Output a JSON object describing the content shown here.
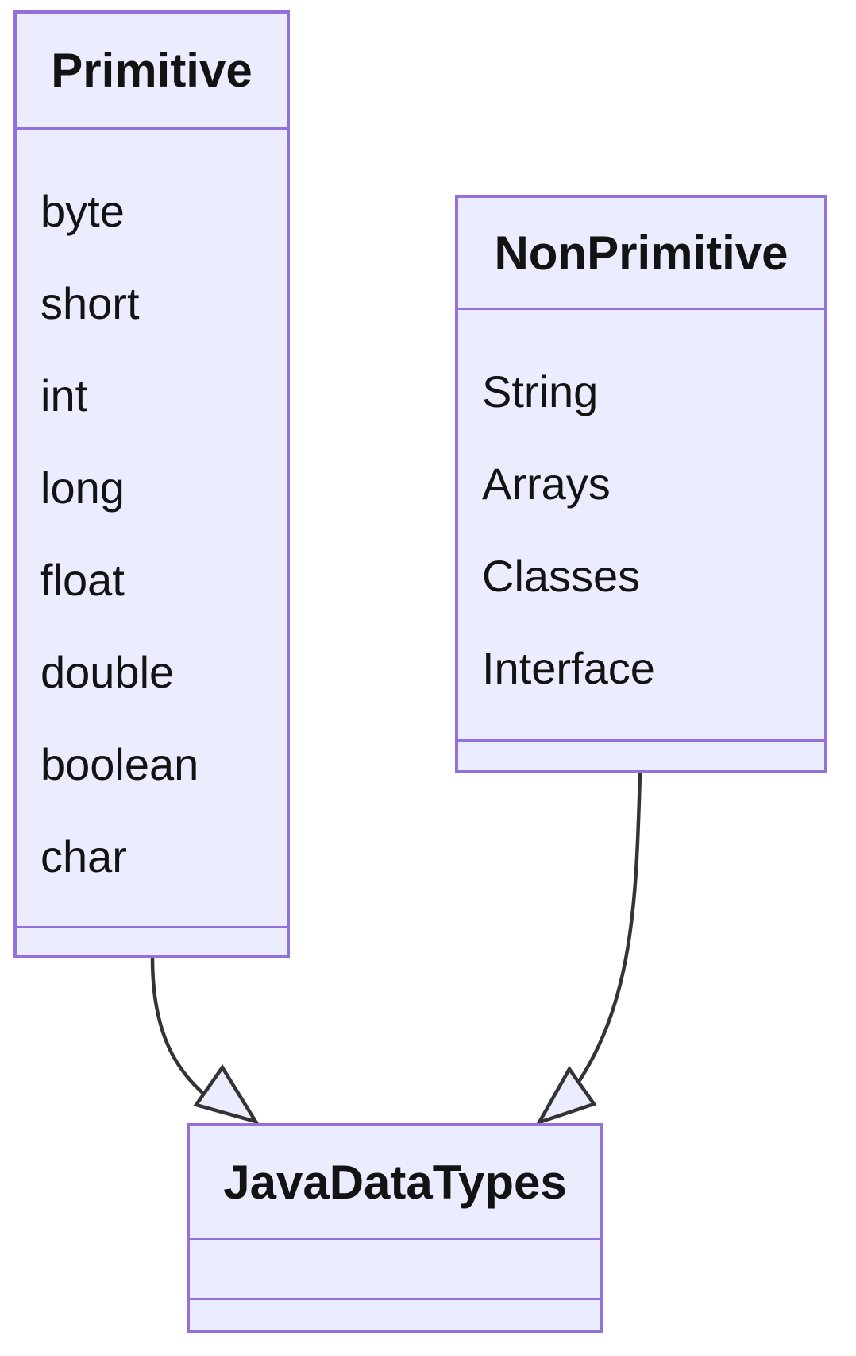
{
  "diagram": {
    "type": "uml-class-diagram",
    "background_color": "#FFFFFF",
    "node_fill_color": "#ECECFF",
    "node_border_color": "#9370DB",
    "edge_line_color": "#343434",
    "text_color": "#131313"
  },
  "classes": [
    {
      "name": "Primitive",
      "members": [
        "byte",
        "short",
        "int",
        "long",
        "float",
        "double",
        "boolean",
        "char"
      ],
      "methods": []
    },
    {
      "name": "NonPrimitive",
      "members": [
        "String",
        "Arrays",
        "Classes",
        "Interface"
      ],
      "methods": []
    },
    {
      "name": "JavaDataTypes",
      "members": [],
      "methods": []
    }
  ],
  "relations": [
    {
      "from": "Primitive",
      "to": "JavaDataTypes",
      "type": "inheritance",
      "arrowhead": "hollow-triangle"
    },
    {
      "from": "NonPrimitive",
      "to": "JavaDataTypes",
      "type": "inheritance",
      "arrowhead": "hollow-triangle"
    }
  ]
}
